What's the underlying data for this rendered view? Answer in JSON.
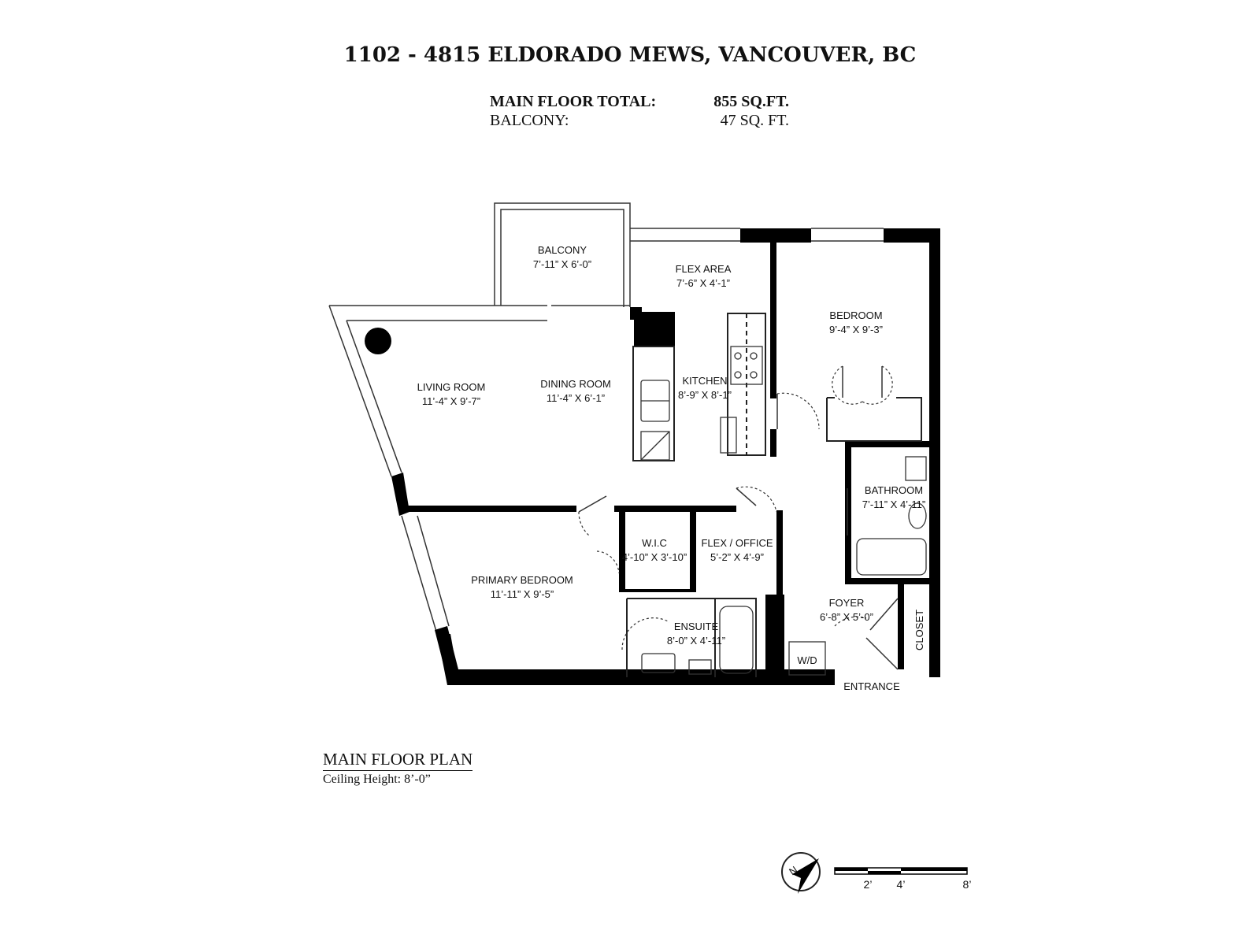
{
  "header": {
    "title": "1102 - 4815 ELDORADO MEWS, VANCOUVER, BC",
    "main_floor_label": "MAIN FLOOR TOTAL:",
    "main_floor_value": "855 SQ.FT.",
    "balcony_label": "BALCONY:",
    "balcony_value": "47 SQ. FT."
  },
  "rooms": {
    "balcony": {
      "name": "BALCONY",
      "dims": "7’-11” X 6’-0”"
    },
    "flex_area": {
      "name": "FLEX AREA",
      "dims": "7’-6” X 4’-1”"
    },
    "bedroom": {
      "name": "BEDROOM",
      "dims": "9’-4” X 9’-3”"
    },
    "living_room": {
      "name": "LIVING ROOM",
      "dims": "11’-4” X 9’-7”"
    },
    "dining_room": {
      "name": "DINING ROOM",
      "dims": "11’-4” X 6’-1”"
    },
    "kitchen": {
      "name": "KITCHEN",
      "dims": "8’-9” X 8’-1”"
    },
    "bathroom": {
      "name": "BATHROOM",
      "dims": "7’-11” X 4’-11”"
    },
    "wic": {
      "name": "W.I.C",
      "dims": "4’-10” X 3’-10”"
    },
    "flex_office": {
      "name": "FLEX / OFFICE",
      "dims": "5’-2” X 4’-9”"
    },
    "primary_bedroom": {
      "name": "PRIMARY BEDROOM",
      "dims": "11’-11” X 9’-5”"
    },
    "ensuite": {
      "name": "ENSUITE",
      "dims": "8’-0” X 4’-11”"
    },
    "foyer": {
      "name": "FOYER",
      "dims": "6’-8” X 5’-0”"
    },
    "closet": {
      "name": "CLOSET"
    },
    "wd": {
      "name": "W/D"
    },
    "entrance": {
      "name": "ENTRANCE"
    }
  },
  "caption": {
    "title": "MAIN FLOOR PLAN",
    "subtitle": "Ceiling Height: 8’-0”"
  },
  "scale_bar": {
    "ticks": [
      "2’",
      "4’",
      "8’"
    ]
  },
  "compass": {
    "icon": "north-arrow-icon",
    "letter": "N"
  },
  "colors": {
    "wall": "#000000",
    "thin_line": "#333333",
    "background": "#ffffff"
  }
}
